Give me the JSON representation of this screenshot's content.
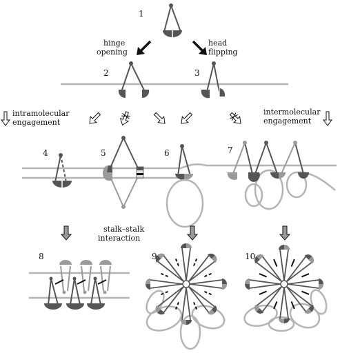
{
  "figure": {
    "numbers": [
      "1",
      "2",
      "3",
      "4",
      "5",
      "6",
      "7",
      "8",
      "9",
      "10"
    ],
    "labels": {
      "hinge_1": "hinge",
      "hinge_2": "opening",
      "head_1": "head",
      "head_2": "flipping",
      "intra_1": "intramolecular",
      "intra_2": "engagement",
      "inter_1": "intermolecular",
      "inter_2": "engagement",
      "stalk_1": "stalk–stalk",
      "stalk_2": "interaction"
    }
  },
  "colors": {
    "dark": "#555555",
    "light": "#9a9a9a",
    "membrane": "#b4b4b4",
    "black": "#111111"
  }
}
